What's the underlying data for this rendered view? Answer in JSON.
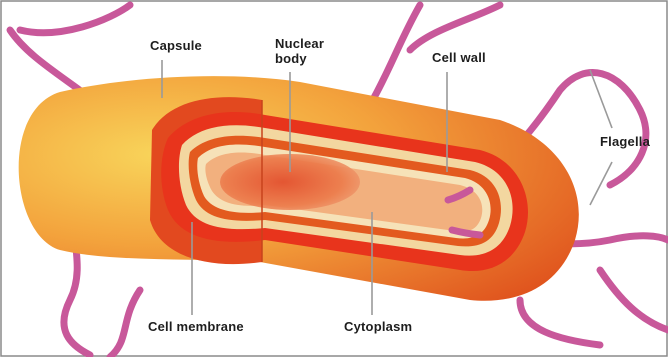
{
  "labels": {
    "capsule": "Capsule",
    "nuclear_body": "Nuclear\nbody",
    "cell_wall": "Cell wall",
    "flagella": "Flagella",
    "cell_membrane": "Cell membrane",
    "cytoplasm": "Cytoplasm"
  },
  "colors": {
    "frame": "#8a8a8a",
    "capsule_light": "#f6c14b",
    "capsule_mid": "#f08a33",
    "capsule_dark": "#e35a1f",
    "wall": "#e8341c",
    "membrane_cream": "#f3d7a0",
    "cytoplasm": "#f2b07e",
    "nuclear": "#e8733f",
    "flagella": "#c8589a",
    "leader_line": "#9a9a9a",
    "label_text": "#1e1e1e"
  }
}
